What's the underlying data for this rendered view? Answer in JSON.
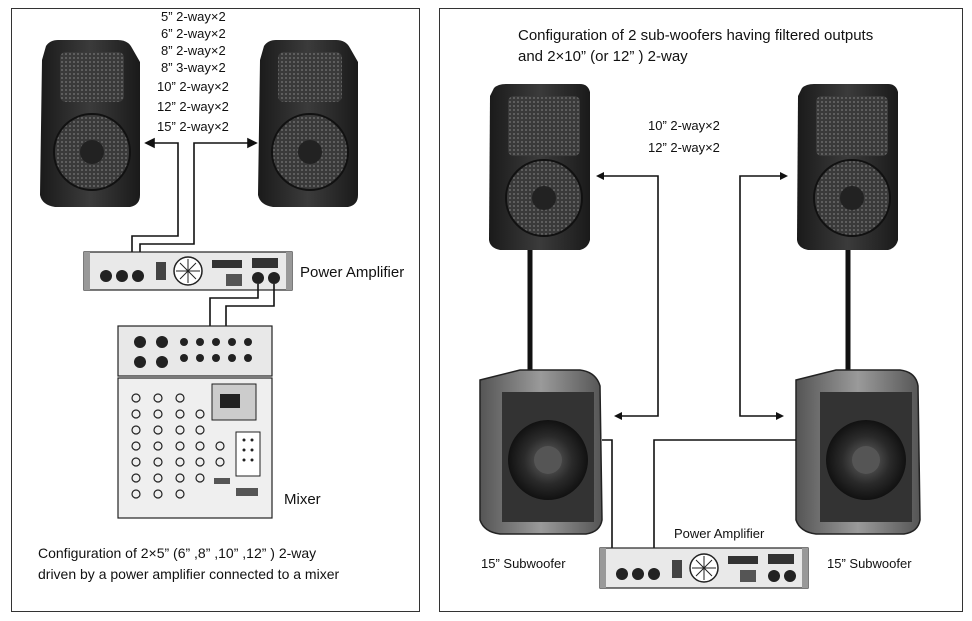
{
  "left_panel": {
    "speaker_sizes": [
      "5” 2-way×2",
      "6” 2-way×2",
      "8” 2-way×2",
      "8” 3-way×2",
      "10” 2-way×2",
      "12” 2-way×2",
      "15” 2-way×2"
    ],
    "amplifier_label": "Power Amplifier",
    "mixer_label": "Mixer",
    "caption_line1": "Configuration of 2×5” (6” ,8” ,10” ,12” ) 2-way",
    "caption_line2": "driven by a power amplifier connected to a mixer"
  },
  "right_panel": {
    "title_line1": "Configuration of 2 sub-woofers having filtered outputs",
    "title_line2": "and 2×10” (or 12” ) 2-way",
    "speaker_sizes": [
      "10” 2-way×2",
      "12” 2-way×2"
    ],
    "amplifier_label": "Power Amplifier",
    "subwoofer_left_label": "15” Subwoofer",
    "subwoofer_right_label": "15” Subwoofer"
  },
  "colors": {
    "device_dark": "#2b2b2b",
    "device_grey": "#8a8a8a",
    "panel_light": "#e6e6e6",
    "line": "#111111"
  }
}
